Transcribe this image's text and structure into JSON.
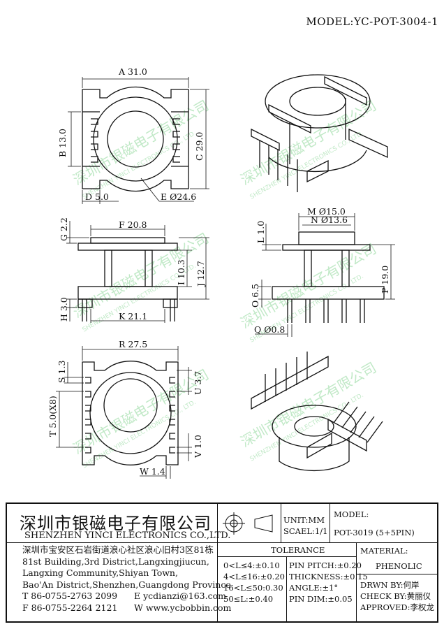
{
  "model_header": "MODEL:YC-POT-3004-1",
  "watermark": {
    "cn": "深圳市银磁电子有限公司",
    "en": "SHENZHEN YINCI ELECTRONICS CO., LTD."
  },
  "dimensions": {
    "A": "A 31.0",
    "B": "B 13.0",
    "C": "C 29.0",
    "D": "D 5.0",
    "E": "E Ø24.6",
    "F": "F 20.8",
    "G": "G 2.2",
    "H": "H 3.0",
    "I": "I 10.3",
    "J": "J 12.7",
    "K": "K 21.1",
    "L": "L 1.0",
    "M": "M Ø15.0",
    "N": "N Ø13.6",
    "O": "O 6.5",
    "P": "P 19.0",
    "Q": "Q Ø0.8",
    "R": "R 27.5",
    "S": "S 1.3",
    "T": "T 5.0(X8)",
    "U": "U 3.7",
    "V": "V 1.0",
    "W": "W 1.4"
  },
  "title_block": {
    "company_cn": "深圳市银磁电子有限公司",
    "company_en": "SHENZHEN YINCI ELECTRONICS CO.,LTD.",
    "address": [
      "深圳市宝安区石岩街道浪心社区浪心旧村3区81栋",
      "81st Building,3rd District,Langxingjiucun,",
      "Langxing Community,Shiyan Town,",
      "Bao'An District,Shenzhen,Guangdong Province"
    ],
    "tel": "T 86-0755-2763 2099",
    "fax": "F 86-0755-2264 2121",
    "email": "E ycdianzi@163.com",
    "web": "W www.ycbobbin.com",
    "unit": "UNIT:MM",
    "scale": "SCAEL:1/1",
    "tolerance_title": "TOLERANCE",
    "tolerances": [
      "0<L≤4:±0.10",
      "4<L≤16:±0.20",
      "16<L≤50:0.30",
      "50≤L:±0.40"
    ],
    "pin_tolerances": [
      "PIN PITCH:±0.20",
      "THICKNESS:±0.15",
      "ANGLE:±1°",
      "PIN DIM:±0.05"
    ],
    "model_label": "MODEL:",
    "model_value": "POT-3019 (5+5PIN)",
    "material_label": "MATERIAL:",
    "material_value": "PHENOLIC",
    "drawn_by": "DRWN BY:何岸",
    "check_by": "CHECK BY:黄丽仪",
    "approved": "APPROVED:李权龙"
  }
}
